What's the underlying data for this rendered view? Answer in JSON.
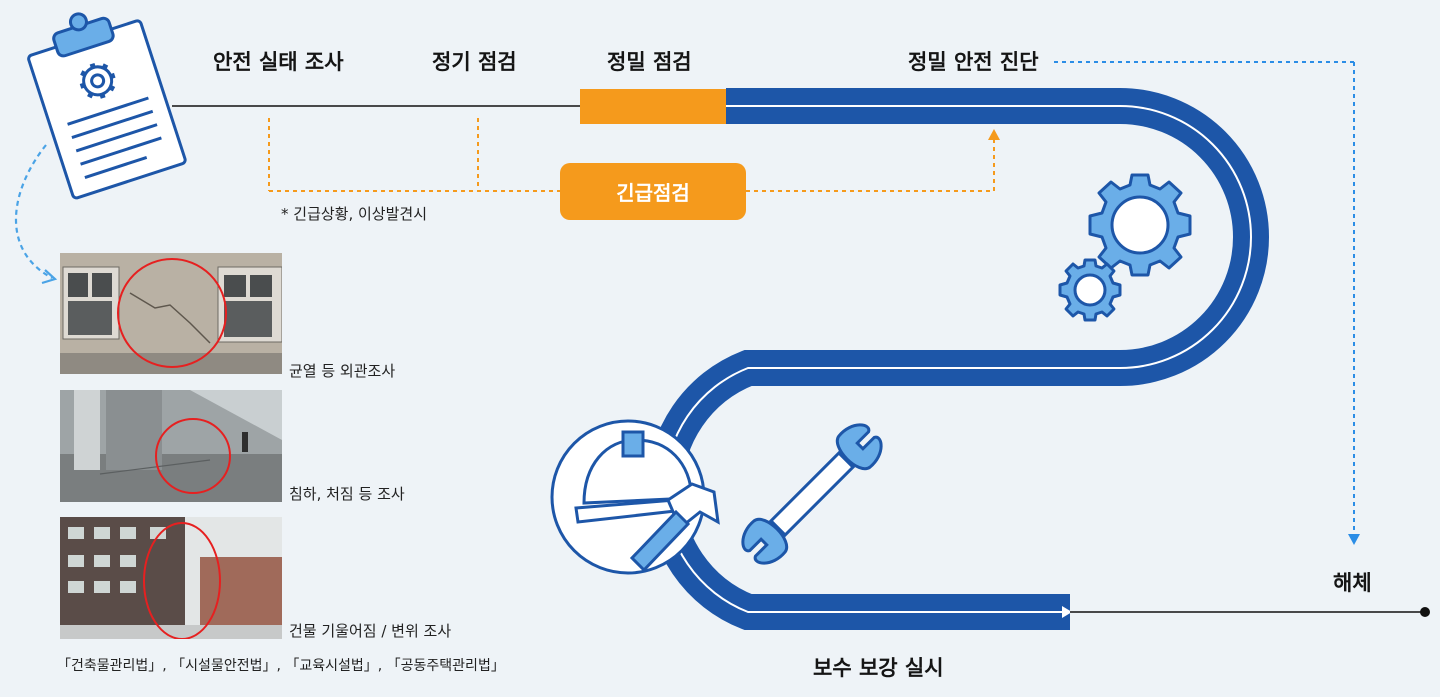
{
  "stages": {
    "s1": "안전 실태 조사",
    "s2": "정기 점검",
    "s3": "정밀 점검",
    "s4": "정밀 안전 진단"
  },
  "emergency": {
    "button": "긴급점검",
    "note": "*  긴급상황, 이상발견시"
  },
  "photos": [
    {
      "caption": "균열 등 외관조사"
    },
    {
      "caption": "침하, 처짐 등 조사"
    },
    {
      "caption": "건물 기울어짐 / 변위 조사"
    }
  ],
  "laws": "「건축물관리법」, 「시설물안전법」, 「교육시설법」, 「공동주택관리법」",
  "repair": "보수 보강 실시",
  "demolish": "해체",
  "icons": [
    "clipboard-icon",
    "gear-icon",
    "helmet-icon",
    "hammer-icon",
    "wrench-icon"
  ],
  "colors": {
    "road": "#1d56a8",
    "orange": "#f59a1c",
    "light_blue": "#4aa3e6",
    "dark": "#111111"
  }
}
